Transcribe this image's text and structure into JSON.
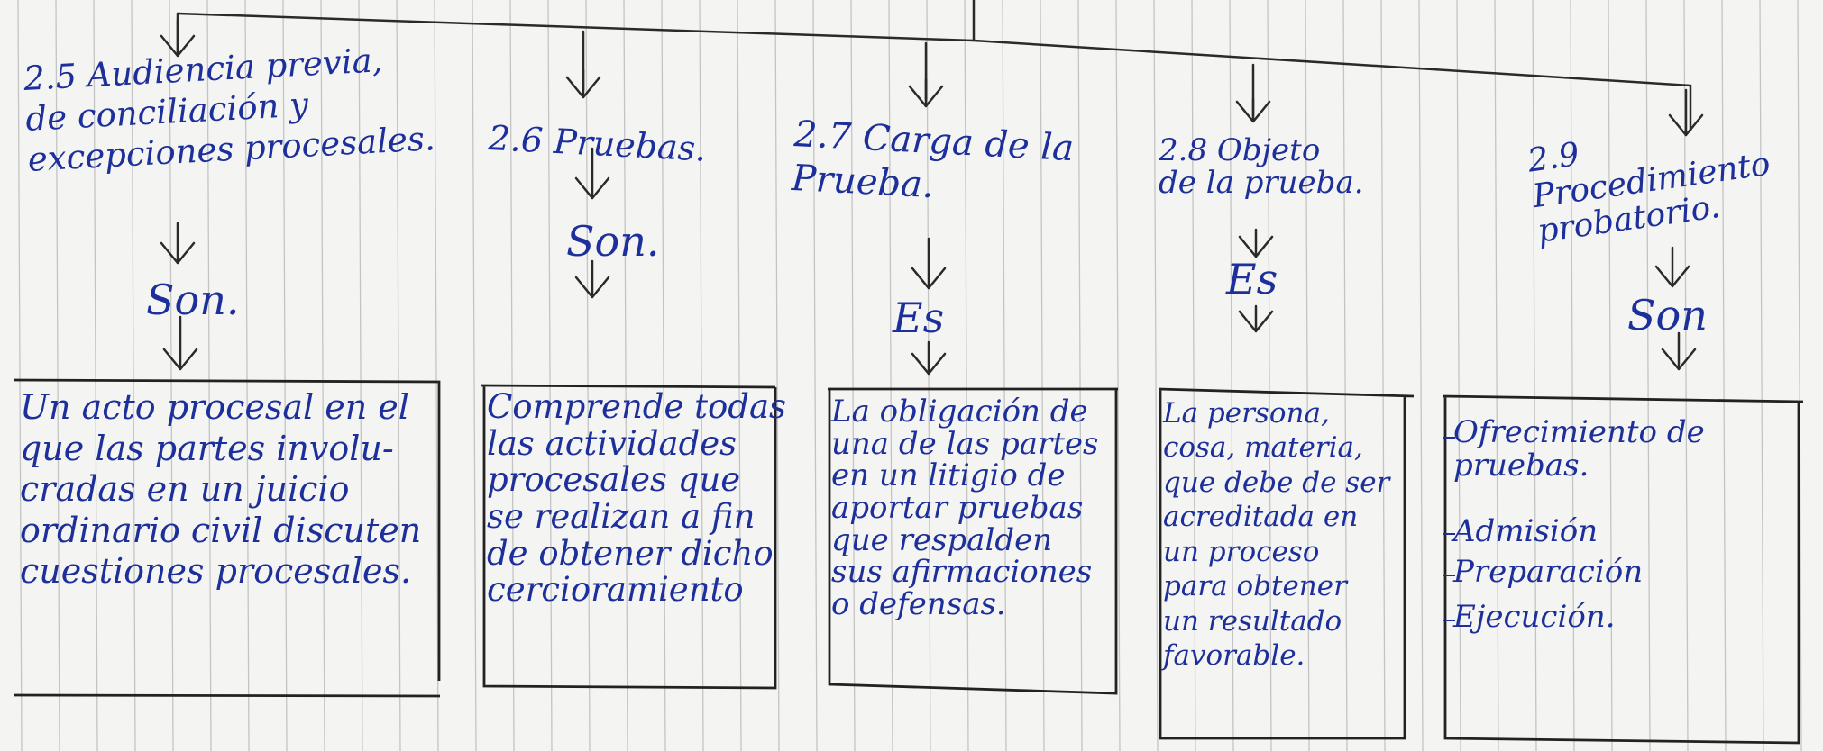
{
  "columns": [
    {
      "title": "2.5 Audiencia previa,\nde conciliación y\nexcepciones procesales.",
      "verb": "Son.",
      "body": "Un acto procesal en el\nque las partes involu-\ncradas en un juicio\nordinario civil discuten\ncuestiones procesales."
    },
    {
      "title": "2.6 Pruebas.",
      "verb": "Son.",
      "body": "Comprende todas\nlas actividades\nprocesales que\nse realizan a fin\nde obtener dicho\ncercioramiento"
    },
    {
      "title": "2.7 Carga de la\nPrueba.",
      "verb": "Es",
      "body": "La obligación de\nuna de las partes\nen un litigio de\naportar pruebas\nque respalden\nsus afirmaciones\no defensas."
    },
    {
      "title": "2.8 Objeto\nde la prueba.",
      "verb": "Es",
      "body": "La persona,\ncosa, materia,\nque debe de ser\nacreditada en\nun proceso\npara obtener\nun resultado\nfavorable."
    },
    {
      "title": "2.9 Procedimiento\nprobatorio.",
      "verb": "Son",
      "items": [
        "Ofrecimiento de\npruebas.",
        "Admisión",
        "Preparación",
        "Ejecución."
      ]
    }
  ]
}
